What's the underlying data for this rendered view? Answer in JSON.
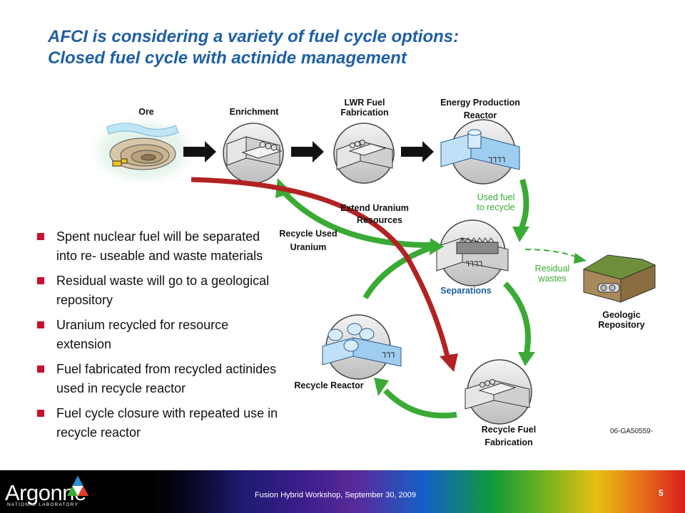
{
  "title": {
    "line1": "AFCI is considering a variety of fuel cycle options:",
    "line2": "Closed fuel cycle with actinide management"
  },
  "bullets": [
    "Spent nuclear fuel will be separated into re- useable and waste materials",
    "Residual waste will go to a geological repository",
    "Uranium recycled for resource extension",
    "Fuel fabricated from recycled actinides used in recycle reactor",
    "Fuel cycle closure with repeated use in recycle reactor"
  ],
  "diagram": {
    "nodes": {
      "ore": "Ore",
      "enrichment": "Enrichment",
      "lwr_fuel_fabrication": [
        "LWR Fuel",
        "Fabrication"
      ],
      "energy_production_reactor": [
        "Energy Production",
        "Reactor"
      ],
      "separations": "Separations",
      "geologic_repository": [
        "Geologic",
        "Repository"
      ],
      "recycle_reactor": "Recycle Reactor",
      "recycle_fuel_fabrication": [
        "Recycle Fuel",
        "Fabrication"
      ]
    },
    "flow_labels": {
      "used_fuel_to_recycle": [
        "Used fuel",
        "to recycle"
      ],
      "residual_wastes": [
        "Residual",
        "wastes"
      ],
      "extend_uranium_resources": [
        "Extend Uranium",
        "Resources"
      ],
      "recycle_used_uranium": [
        "Recycle Used",
        "Uranium"
      ]
    },
    "figure_code": "06-GA50559-"
  },
  "footer": {
    "text": "Fusion Hybrid Workshop, September 30, 2009",
    "page_number": "5",
    "logo_name": "Argonne",
    "logo_sub": "NATIONAL LABORATORY"
  },
  "colors": {
    "title_blue": "#1f5fa6",
    "bullet_red": "#c8102e",
    "flow_green": "#3aaa35",
    "flow_red": "#b22222"
  },
  "icons": [
    "bullet-square-icon",
    "argonne-logo-icon"
  ]
}
